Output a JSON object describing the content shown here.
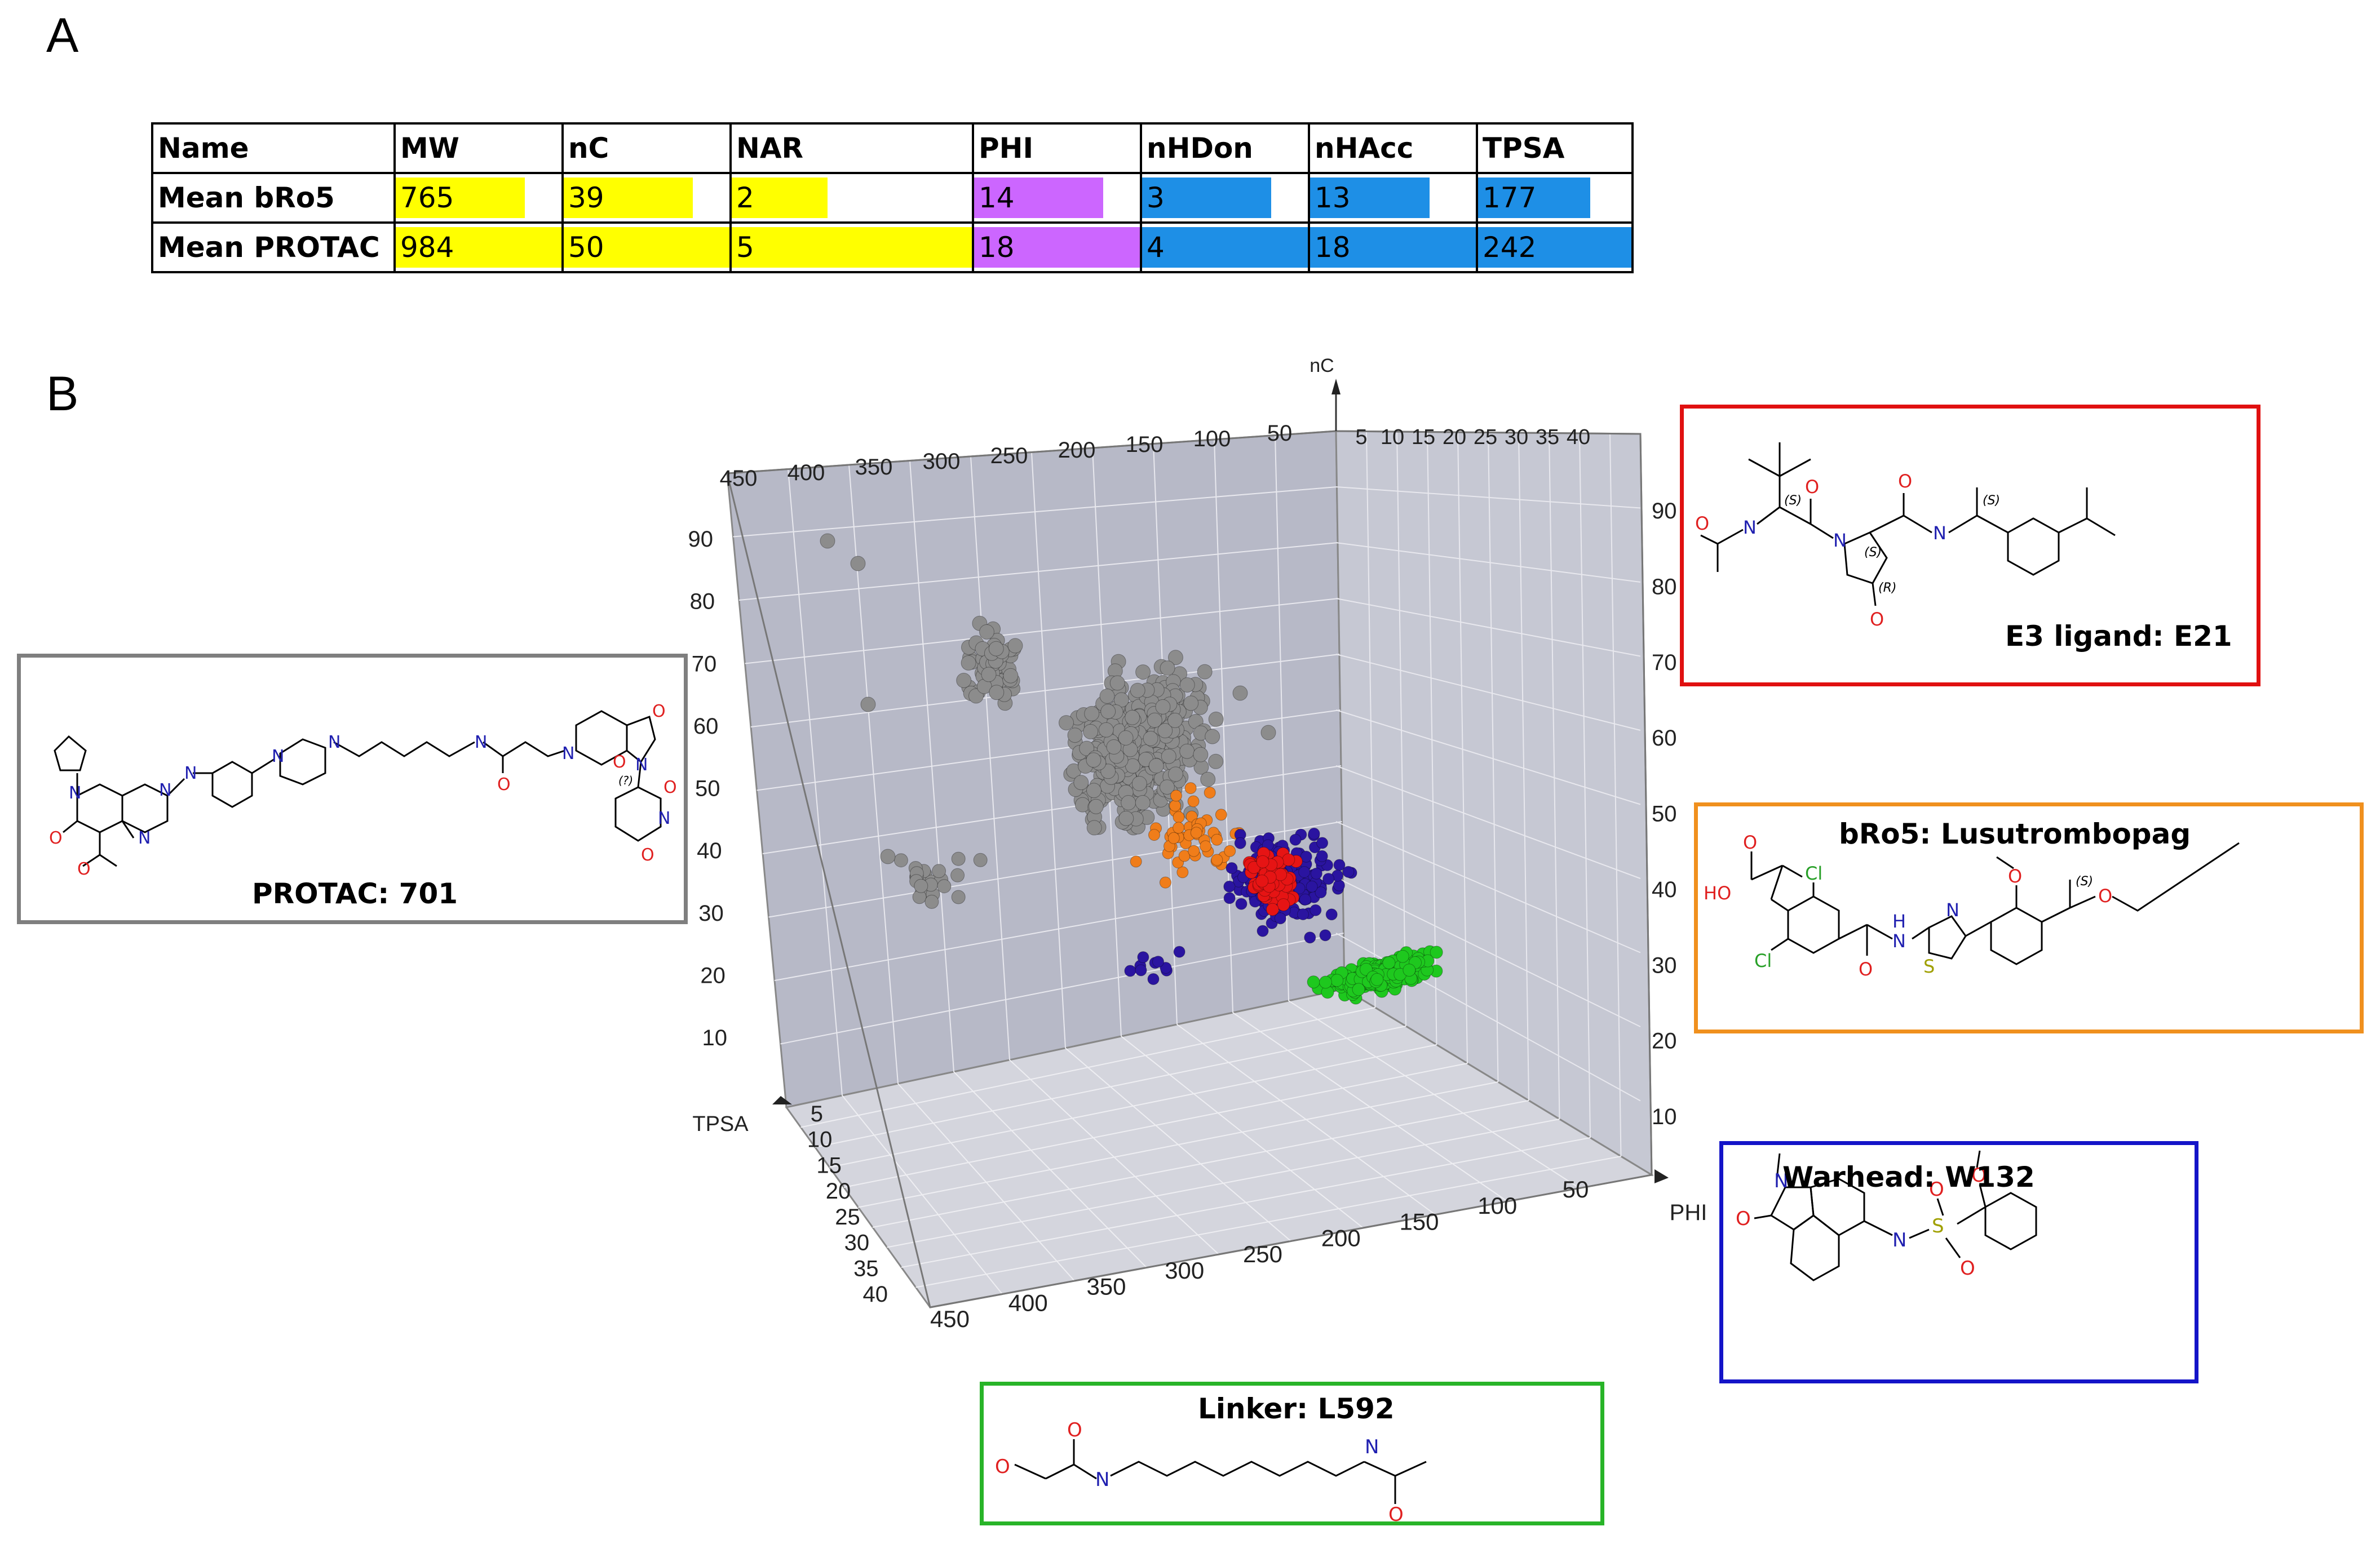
{
  "panels": {
    "a": "A",
    "b": "B"
  },
  "table": {
    "headers": [
      "Name",
      "MW",
      "nC",
      "NAR",
      "PHI",
      "nHDon",
      "nHAcc",
      "TPSA"
    ],
    "rows": [
      {
        "name": "Mean bRo5",
        "values": [
          765,
          39,
          2,
          14,
          3,
          13,
          177
        ]
      },
      {
        "name": "Mean PROTAC",
        "values": [
          984,
          50,
          5,
          18,
          4,
          18,
          242
        ]
      }
    ],
    "bar_colors": [
      "#ffff00",
      "#ffff00",
      "#ffff00",
      "#cc66ff",
      "#1e8fe6",
      "#1e8fe6",
      "#1e8fe6"
    ],
    "bar_fraction_bro5": [
      0.78,
      0.78,
      0.4,
      0.78,
      0.78,
      0.72,
      0.73
    ]
  },
  "chart_data": {
    "type": "scatter",
    "axes": {
      "x": {
        "label": "PHI",
        "ticks": [
          50,
          100,
          150,
          200,
          250,
          300,
          350,
          400,
          450
        ]
      },
      "y": {
        "label": "nC",
        "ticks": [
          10,
          20,
          30,
          40,
          50,
          60,
          70,
          80,
          90
        ]
      },
      "z": {
        "label": "TPSA",
        "ticks": [
          5,
          10,
          15,
          20,
          25,
          30,
          35,
          40
        ]
      },
      "top_x_ticks": [
        50,
        100,
        150,
        200,
        250,
        300,
        350,
        400,
        450
      ],
      "top_z_ticks": [
        5,
        10,
        15,
        20,
        25,
        30,
        35,
        40
      ]
    },
    "series": [
      {
        "key": "protac",
        "color": "#8c8c8c"
      },
      {
        "key": "bro5",
        "color": "#f07d1a"
      },
      {
        "key": "warhead",
        "color": "#2a14a0"
      },
      {
        "key": "e3",
        "color": "#e61414"
      },
      {
        "key": "linker",
        "color": "#1ec81e"
      }
    ]
  },
  "molecules": {
    "protac": {
      "label": "PROTAC: 701",
      "box_color": "#7f7f7f",
      "stereo": "(?)"
    },
    "e3": {
      "label": "E3 ligand: E21",
      "box_color": "#e01010",
      "stereo": [
        "(S)",
        "(S)",
        "(S)",
        "(R)"
      ]
    },
    "bro5": {
      "label": "bRo5: Lusutrombopag",
      "box_color": "#f0901e",
      "stereo": "(S)"
    },
    "warhead": {
      "label": "Warhead: W132",
      "box_color": "#1414c8"
    },
    "linker": {
      "label": "Linker: L592",
      "box_color": "#28b428"
    }
  },
  "atoms": {
    "O": "O",
    "N": "N",
    "H": "H",
    "HO": "HO",
    "Cl": "Cl",
    "S": "S"
  }
}
